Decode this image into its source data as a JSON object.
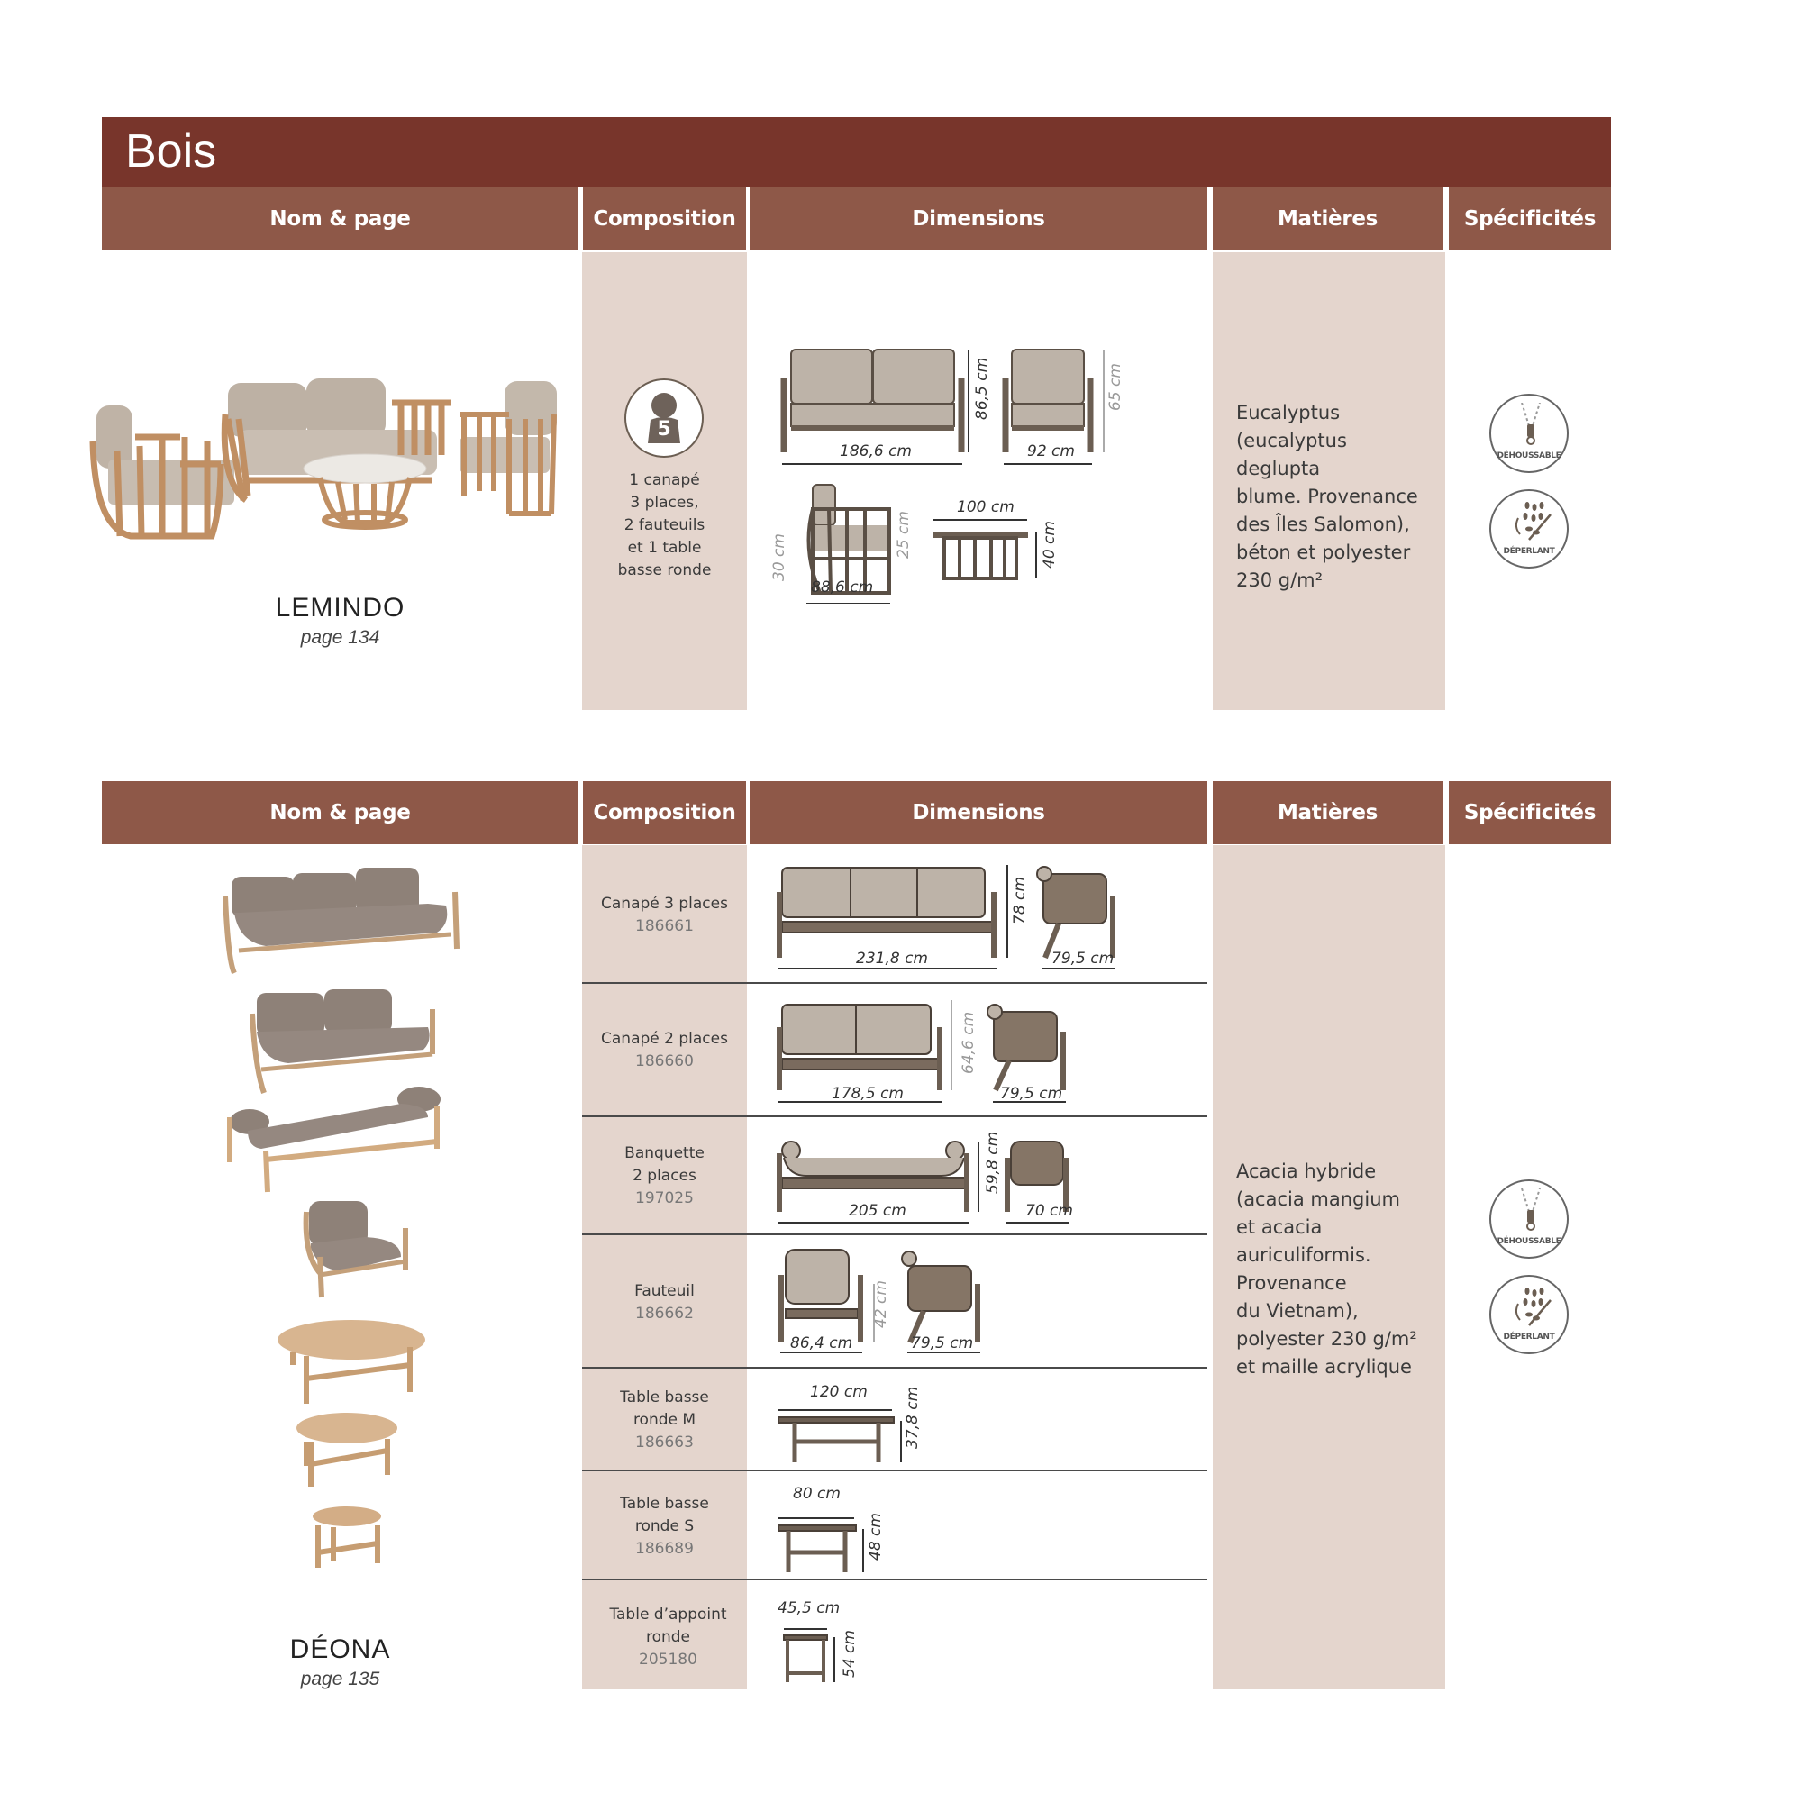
{
  "section_title": "Bois",
  "headers": [
    "Nom & page",
    "Composition",
    "Dimensions",
    "Matières",
    "Spécificités"
  ],
  "colors": {
    "title_bar": "#78352b",
    "header": "#8e5848",
    "beige_column": "#e4d5cd",
    "drawing_frame": "#6b5e52",
    "drawing_cushion": "#bdb3a8",
    "drawing_cushion_dark": "#857566"
  },
  "lemindo": {
    "name": "LEMINDO",
    "page": "page 134",
    "composition": {
      "seats_icon": "person-seats-icon",
      "seats_count": "5",
      "lines": [
        "1 canapé",
        "3 places,",
        "2 fauteuils",
        "et 1 table",
        "basse ronde"
      ]
    },
    "dimensions": {
      "sofa_width": "186,6 cm",
      "sofa_height": "86,5 cm",
      "armchair_width": "92 cm",
      "armchair_seat_height": "65 cm",
      "side_depth": "88,6 cm",
      "side_seat_height": "30 cm",
      "side_arm_height": "25 cm",
      "table_width": "100 cm",
      "table_height": "40 cm"
    },
    "materials": [
      "Eucalyptus",
      "(eucalyptus deglupta",
      "blume. Provenance",
      "des Îles Salomon),",
      "béton et polyester",
      "230 g/m²"
    ],
    "specs": [
      {
        "icon": "zipper-icon",
        "label": "DÉHOUSSABLE"
      },
      {
        "icon": "water-repellent-icon",
        "label": "DÉPERLANT"
      }
    ]
  },
  "deona": {
    "name": "DÉONA",
    "page": "page 135",
    "rows": [
      {
        "lines": [
          "Canapé 3 places"
        ],
        "code": "186661",
        "dims": [
          "231,8 cm",
          "78 cm",
          "79,5 cm"
        ]
      },
      {
        "lines": [
          "Canapé 2 places"
        ],
        "code": "186660",
        "dims": [
          "178,5 cm",
          "64,6 cm",
          "79,5 cm"
        ]
      },
      {
        "lines": [
          "Banquette",
          "2 places"
        ],
        "code": "197025",
        "dims": [
          "205 cm",
          "59,8 cm",
          "70 cm"
        ]
      },
      {
        "lines": [
          "Fauteuil"
        ],
        "code": "186662",
        "dims": [
          "86,4 cm",
          "42 cm",
          "79,5 cm"
        ]
      },
      {
        "lines": [
          "Table basse",
          "ronde M"
        ],
        "code": "186663",
        "dims": [
          "120 cm",
          "37,8 cm"
        ]
      },
      {
        "lines": [
          "Table basse",
          "ronde S"
        ],
        "code": "186689",
        "dims": [
          "80 cm",
          "48 cm"
        ]
      },
      {
        "lines": [
          "Table d’appoint",
          "ronde"
        ],
        "code": "205180",
        "dims": [
          "45,5 cm",
          "54 cm"
        ]
      }
    ],
    "materials": [
      "Acacia hybride",
      "(acacia mangium",
      "et acacia",
      "auriculiformis.",
      "Provenance",
      "du Vietnam),",
      "polyester 230 g/m²",
      "et maille acrylique"
    ],
    "specs": [
      {
        "icon": "zipper-icon",
        "label": "DÉHOUSSABLE"
      },
      {
        "icon": "water-repellent-icon",
        "label": "DÉPERLANT"
      }
    ]
  }
}
